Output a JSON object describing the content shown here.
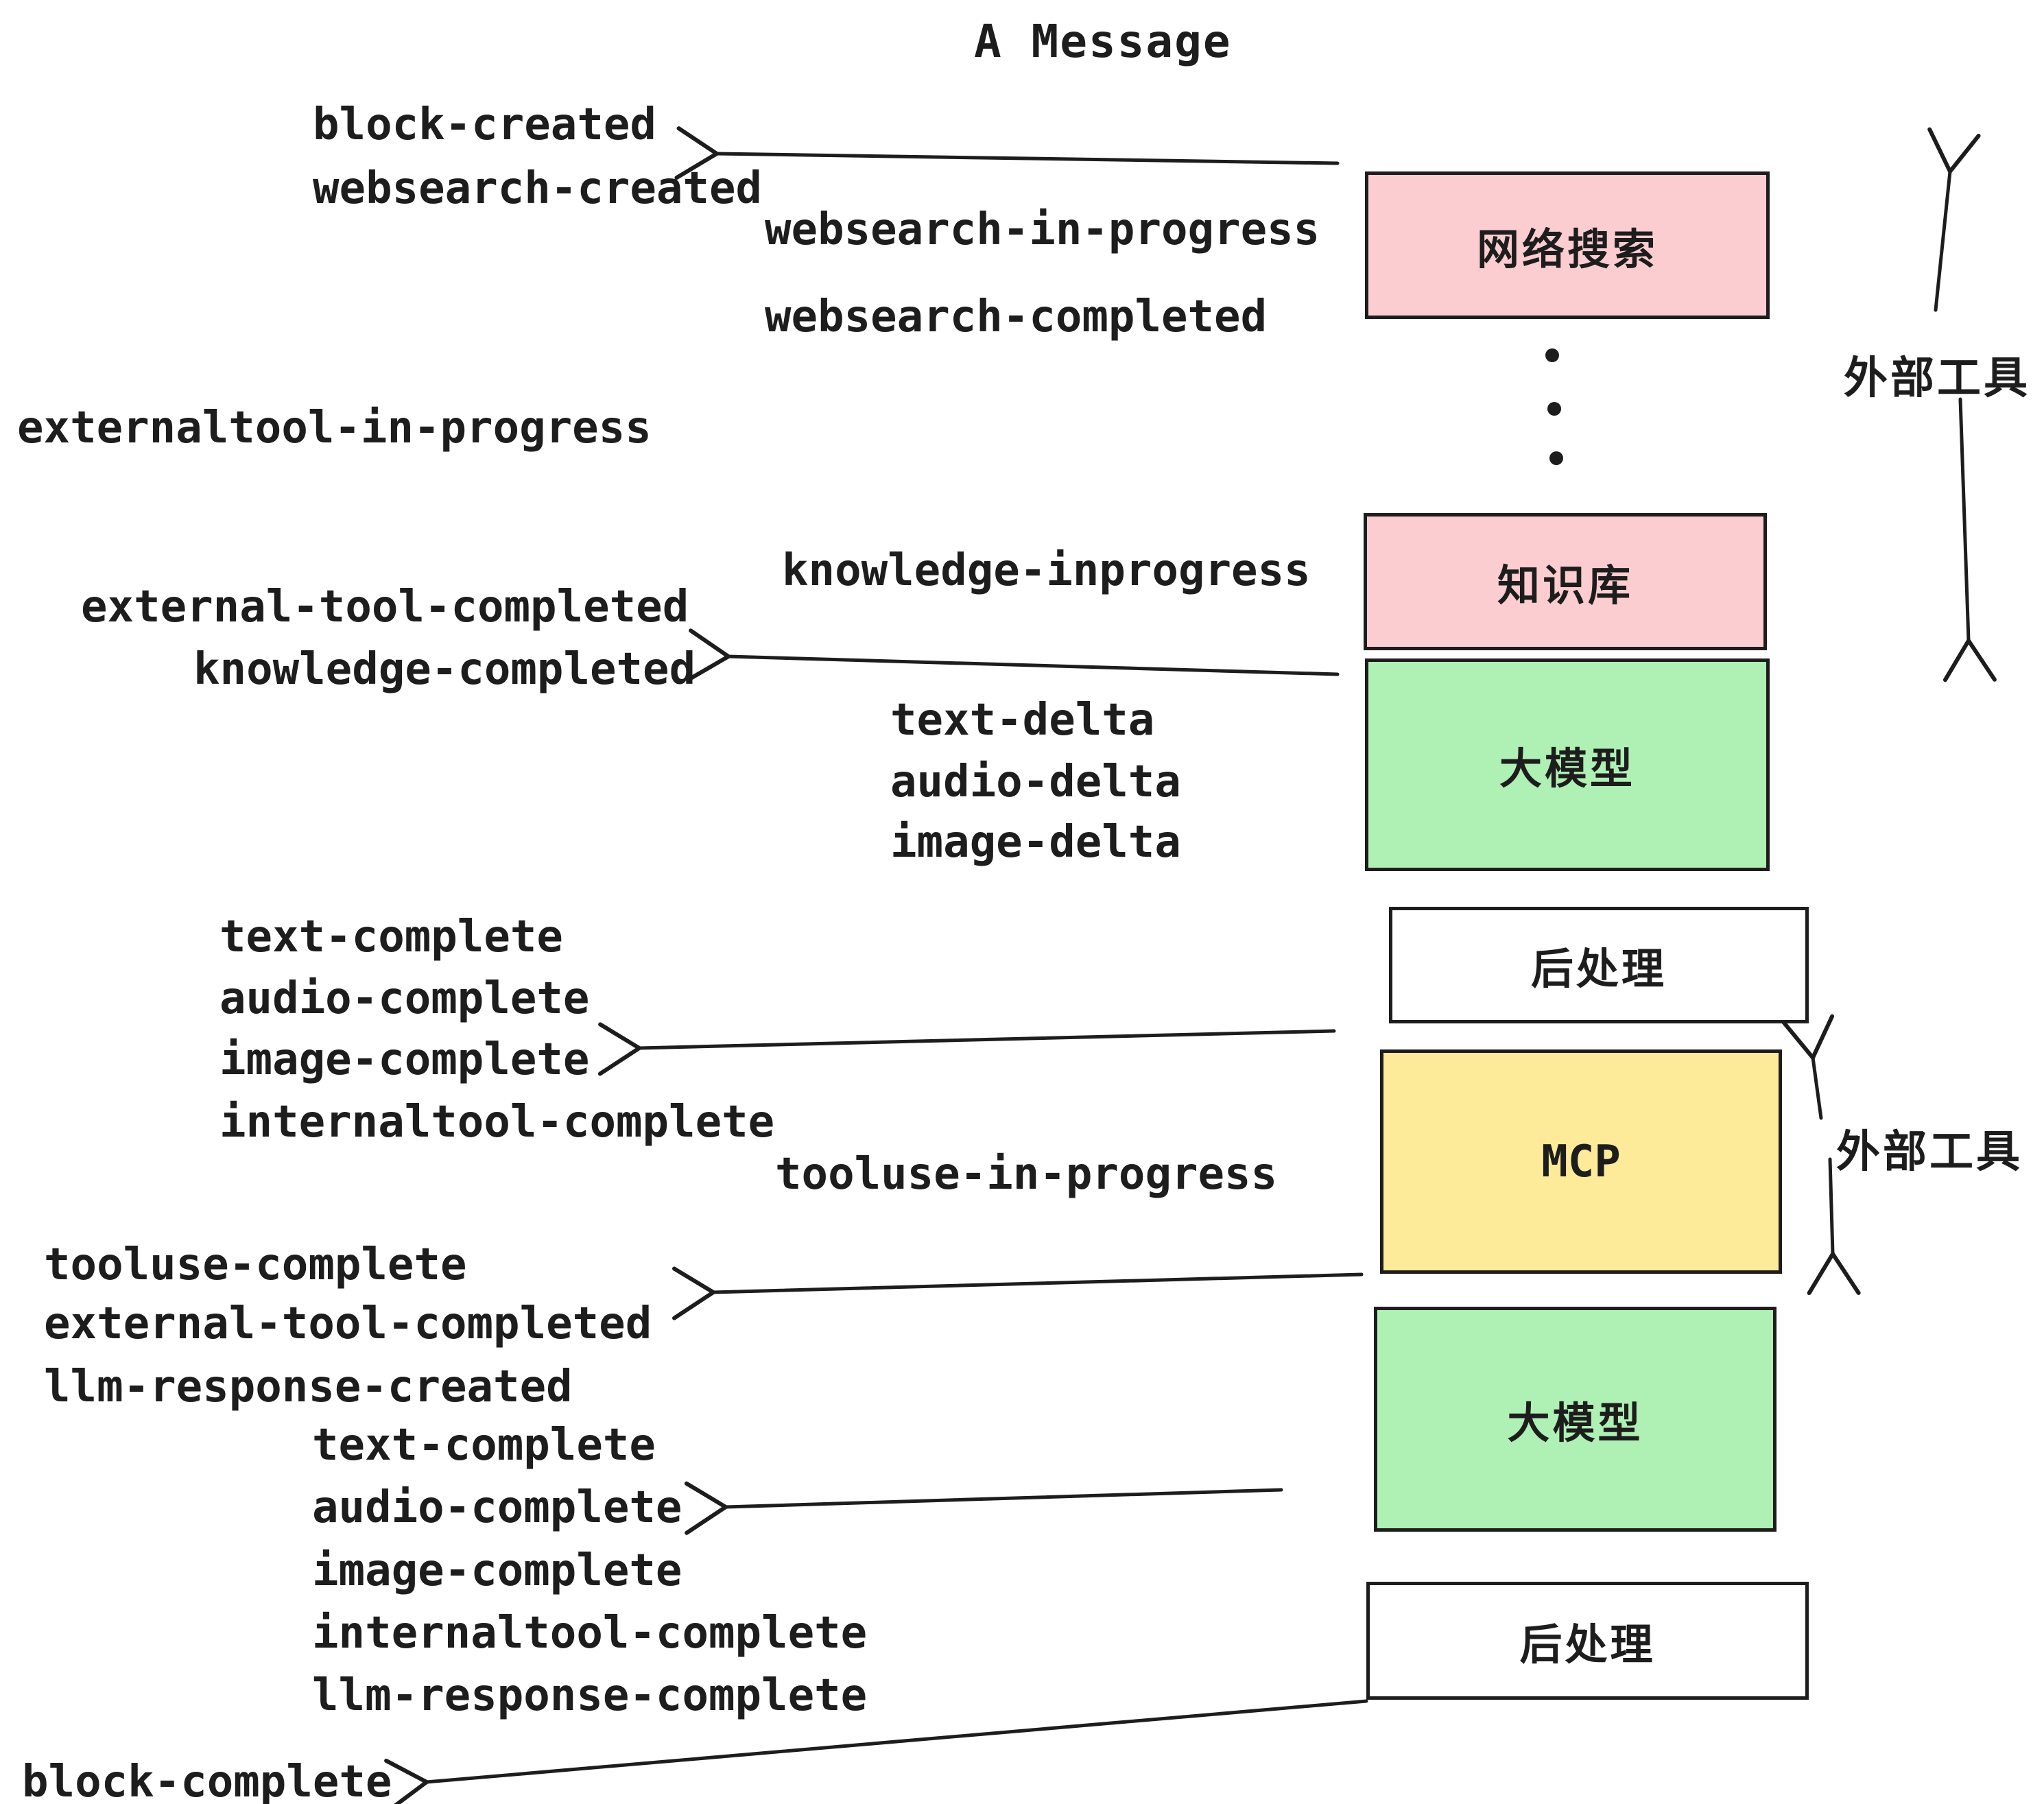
{
  "title": "A Message",
  "colors": {
    "pink": "#fbcdd1",
    "green": "#aff0b4",
    "yellow": "#fdeb9a",
    "white": "#ffffff",
    "ink": "#1d1d1d"
  },
  "boxes": [
    {
      "id": "websearch",
      "label": "网络搜索",
      "color": "pink"
    },
    {
      "id": "knowledge",
      "label": "知识库",
      "color": "pink"
    },
    {
      "id": "llm-1",
      "label": "大模型",
      "color": "green"
    },
    {
      "id": "postprocess-1",
      "label": "后处理",
      "color": "white"
    },
    {
      "id": "mcp",
      "label": "MCP",
      "color": "yellow"
    },
    {
      "id": "llm-2",
      "label": "大模型",
      "color": "green"
    },
    {
      "id": "postprocess-2",
      "label": "后处理",
      "color": "white"
    }
  ],
  "side_labels": {
    "external_tools_top": "外部工具",
    "external_tools_bottom": "外部工具"
  },
  "events": [
    "block-created",
    "websearch-created",
    "websearch-in-progress",
    "websearch-completed",
    "externaltool-in-progress",
    "knowledge-inprogress",
    "external-tool-completed",
    "knowledge-completed",
    "text-delta",
    "audio-delta",
    "image-delta",
    "text-complete",
    "audio-complete",
    "image-complete",
    "internaltool-complete",
    "tooluse-in-progress",
    "tooluse-complete",
    "external-tool-completed",
    "llm-response-created",
    "text-complete",
    "audio-complete",
    "image-complete",
    "internaltool-complete",
    "llm-response-complete",
    "block-complete"
  ]
}
